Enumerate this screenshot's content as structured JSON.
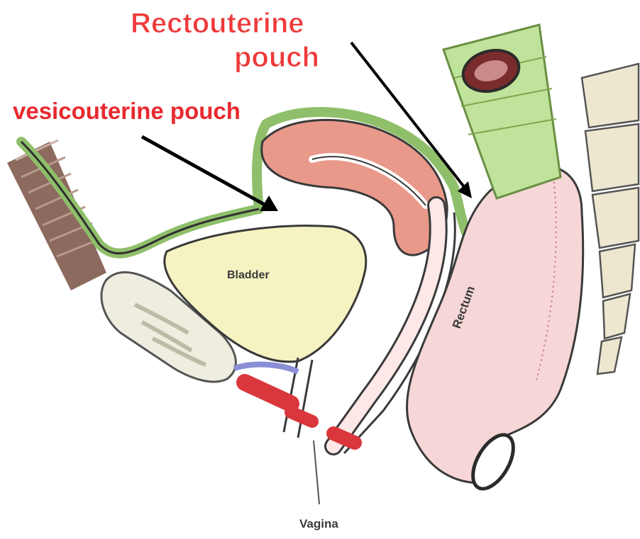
{
  "labels": {
    "rectouterine_line1": "Rectouterine",
    "rectouterine_line2": "pouch",
    "vesicouterine": "vesicouterine pouch",
    "bladder": "Bladder",
    "rectum": "Rectum",
    "vagina": "Vagina"
  },
  "colors": {
    "label_red": "#e8292e",
    "peritoneum_green": "#8fbf6a",
    "uterus_pink": "#e9998a",
    "bladder_yellow": "#f6f3c2",
    "rectum_pink": "#f6d6d6",
    "sacrum_beige": "#ede7cf",
    "vessel_red": "#d9373b"
  }
}
